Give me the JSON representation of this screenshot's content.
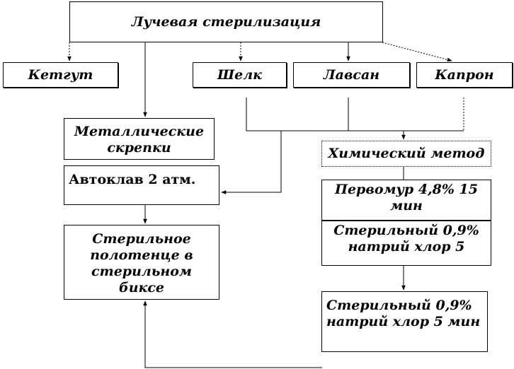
{
  "diagram": {
    "root": "Лучевая стерилизация",
    "materials": [
      "Кетгут",
      "Шелк",
      "Лавсан",
      "Капрон"
    ],
    "staples": "Металлические скрепки",
    "autoclave": "Автоклав 2 атм.",
    "sterile_towel": "Стерильное полотенце в стерильном биксе",
    "chemical_method": "Химический метод",
    "pervomur": "Первомур 4,8% 15 мин",
    "saline_1": "Стерильный 0,9% натрий хлор 5",
    "saline_2": "Стерильный 0,9% натрий хлор 5 мин"
  }
}
